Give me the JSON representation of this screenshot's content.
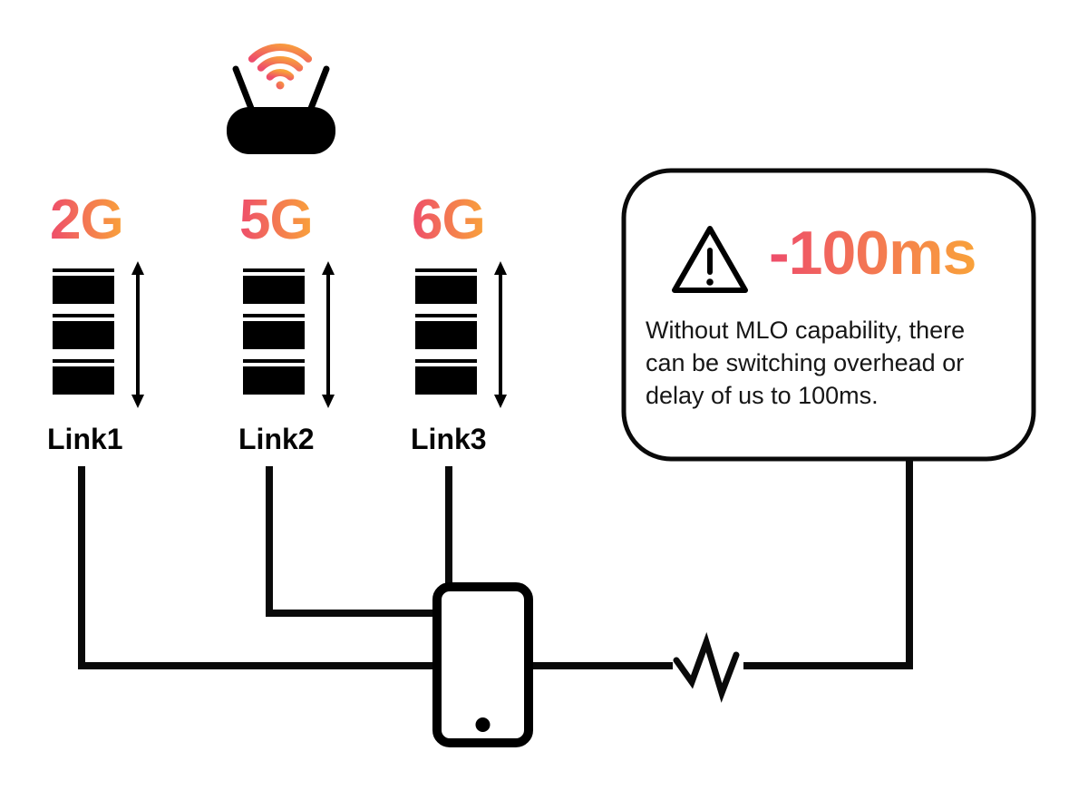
{
  "links": [
    {
      "band": "2G",
      "label": "Link1"
    },
    {
      "band": "5G",
      "label": "Link2"
    },
    {
      "band": "6G",
      "label": "Link3"
    }
  ],
  "callout": {
    "headline": "-100ms",
    "lines": [
      "Without MLO capability, there",
      "can be switching overhead or",
      "delay of us to 100ms."
    ]
  },
  "colors": {
    "gradient_start": "#ee4d6b",
    "gradient_end": "#f9a23a",
    "line_black": "#0a0a0a"
  }
}
